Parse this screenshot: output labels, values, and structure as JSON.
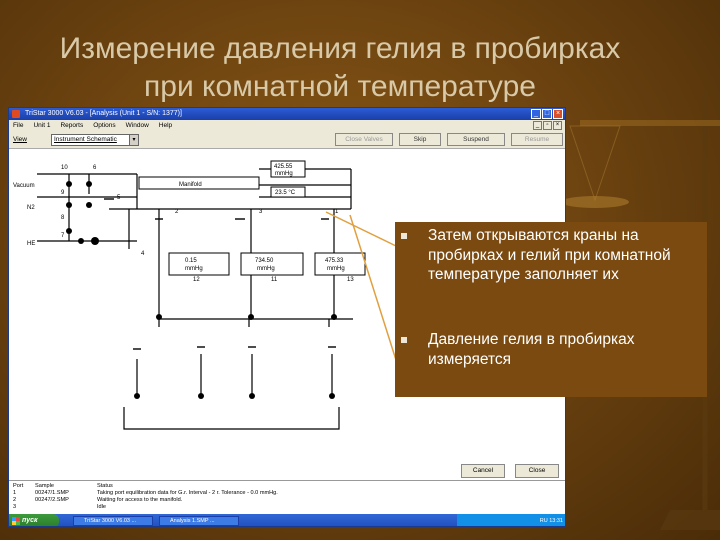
{
  "slide": {
    "title_line1": "Измерение давления гелия в пробирках",
    "title_line2": "при комнатной температуре",
    "bullets": [
      "Затем открываются краны на пробирках и гелий при комнатной температуре заполняет их",
      "Давление гелия в пробирках измеряется"
    ]
  },
  "window": {
    "title": "TriStar 3000 V6.03 - [Analysis (Unit 1 - S/N: 1377)]",
    "menu": [
      "File",
      "Unit 1",
      "Reports",
      "Options",
      "Window",
      "Help"
    ],
    "view_label": "View",
    "view_value": "Instrument Schematic",
    "buttons": {
      "close_valves": "Close Valves",
      "skip": "Skip",
      "suspend": "Suspend",
      "resume": "Resume",
      "cancel": "Cancel",
      "close": "Close"
    }
  },
  "schematic": {
    "manifold": "Manifold",
    "pressure_top": "425.55",
    "pressure_top_unit": "mmHg",
    "temperature": "23.5 °C",
    "vacuum": "Vacuum",
    "n2": "N2",
    "he": "HE",
    "valves": [
      "10",
      "6",
      "9",
      "5",
      "8",
      "7",
      "4",
      "2",
      "3",
      "1",
      "12",
      "11",
      "13"
    ],
    "port_pressures": [
      {
        "value": "0.15",
        "unit": "mmHg"
      },
      {
        "value": "734.50",
        "unit": "mmHg"
      },
      {
        "value": "475.33",
        "unit": "mmHg"
      }
    ]
  },
  "status": {
    "headers": {
      "port": "Port",
      "file": "Sample",
      "status": "Status"
    },
    "rows": [
      {
        "port": "1",
        "file": "00247/1.SMP",
        "status": "Taking port equilibration data for G.r. Interval - 2 r. Tolerance - 0.0 mmHg."
      },
      {
        "port": "2",
        "file": "00247/2.SMP",
        "status": "Waiting for access to the manifold."
      },
      {
        "port": "3",
        "file": "",
        "status": "Idle"
      }
    ]
  },
  "taskbar": {
    "start": "пуск",
    "tasks": [
      "TriStar 3000 V6.03 ...",
      "Analysis 1.SMP ..."
    ],
    "tray": "RU 13:31"
  },
  "colors": {
    "background": "#6e4410",
    "title_text": "#d8c9a8",
    "bullet_box": "#7a4a10",
    "callout_line": "#e0a040",
    "titlebar": "#1a3fa8"
  }
}
